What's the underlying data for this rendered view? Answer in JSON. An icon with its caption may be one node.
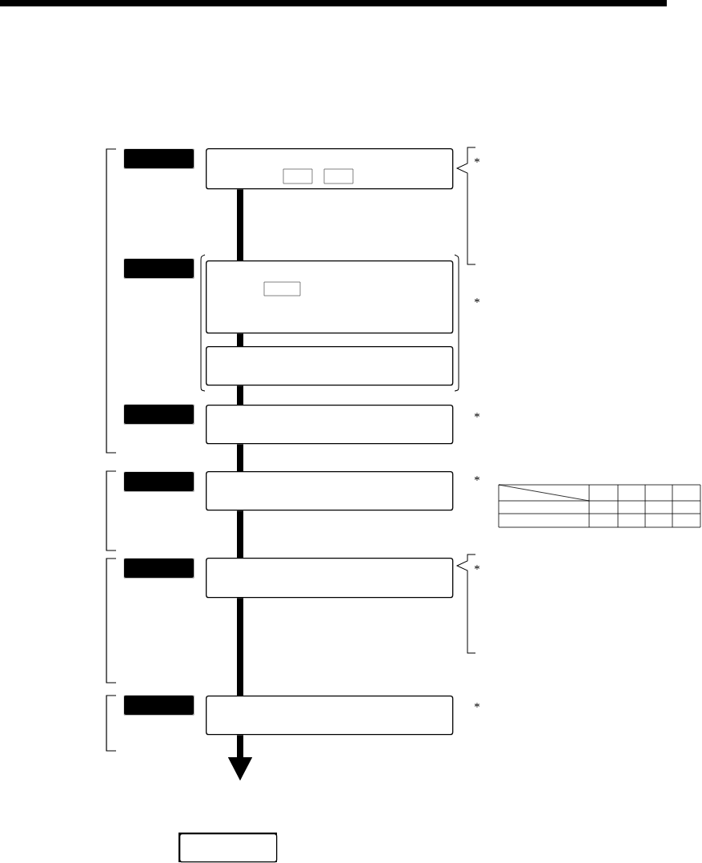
{
  "diagram": {
    "nodes": [
      {
        "text": [],
        "shape": "bar"
      },
      {
        "text": [],
        "shape": "box"
      },
      {
        "text": [],
        "shape": "bar"
      },
      {
        "text": [],
        "shape": "box"
      },
      {
        "text": [],
        "shape": "box"
      },
      {
        "text": [],
        "shape": "bar"
      },
      {
        "text": [],
        "shape": "box"
      },
      {
        "text": [],
        "shape": "bar"
      },
      {
        "text": [],
        "shape": "box"
      },
      {
        "text": [],
        "shape": "bar"
      },
      {
        "text": [],
        "shape": "box"
      },
      {
        "text": [],
        "shape": "bar"
      },
      {
        "text": [],
        "shape": "box"
      },
      {
        "text": [],
        "shape": "box"
      }
    ],
    "edges": [
      {
        "from": 1,
        "to": 3,
        "arrow": "none"
      },
      {
        "from": 3,
        "to": 4,
        "arrow": "none"
      },
      {
        "from": 4,
        "to": 6,
        "arrow": "none"
      },
      {
        "from": 6,
        "to": 8,
        "arrow": "none"
      },
      {
        "from": 8,
        "to": 10,
        "arrow": "none"
      },
      {
        "from": 10,
        "to": 12,
        "arrow": "none"
      },
      {
        "from": 12,
        "to": null,
        "arrow": "to"
      }
    ],
    "labels": [
      "*",
      "*",
      "*",
      "*",
      "*",
      "*"
    ]
  }
}
